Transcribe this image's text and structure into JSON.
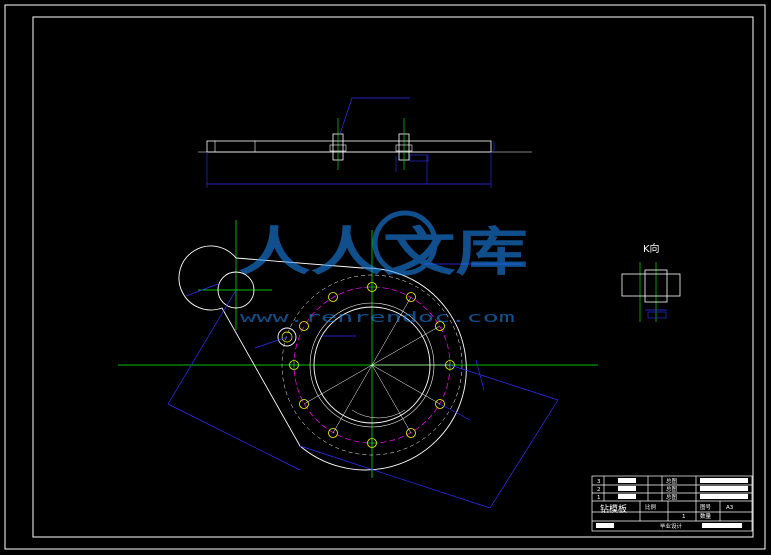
{
  "drawing": {
    "view_label": "K向",
    "part_name": "钻模板",
    "school_label": "毕业设计",
    "watermark_text": "人人文库",
    "watermark_url": "www.renrendoc.com",
    "colors": {
      "background": "#000000",
      "outline": "#ffffff",
      "dimension": "#3030ff",
      "centerline": "#00ff00",
      "hole": "#ffff00",
      "bolt_circle": "#ff00ff",
      "watermark": "#1e90ff"
    },
    "title_block": {
      "rows": [
        {
          "index": "3",
          "role": "总图"
        },
        {
          "index": "2",
          "role": "总图"
        },
        {
          "index": "1",
          "role": "总图"
        }
      ],
      "scale_key": "比例",
      "sheet_key": "图号",
      "sheet_value": "A3",
      "qty_key": "数量",
      "qty_value": "1"
    }
  }
}
